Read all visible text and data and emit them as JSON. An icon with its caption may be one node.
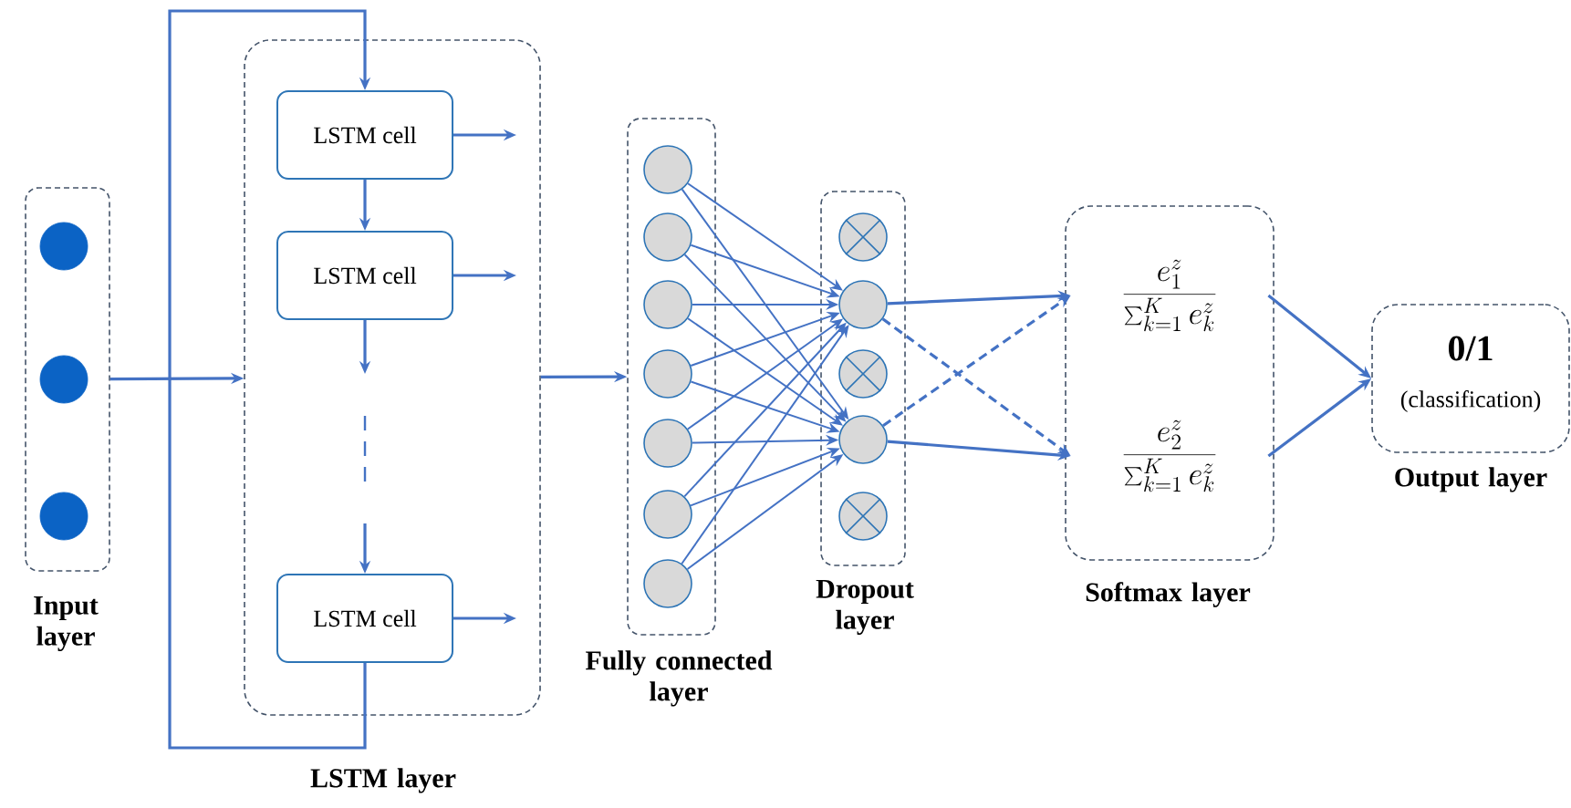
{
  "diagram": {
    "nodes": [
      {
        "text": [
          "Input layer"
        ]
      },
      {
        "text": [],
        "shape": "circle",
        "in": 0
      },
      {
        "text": [],
        "shape": "circle",
        "in": 0
      },
      {
        "text": [],
        "shape": "circle",
        "in": 0
      },
      {
        "text": [
          "LSTM layer"
        ]
      },
      {
        "text": [
          "LSTM cell"
        ],
        "in": 4
      },
      {
        "text": [
          "LSTM cell"
        ],
        "in": 4
      },
      {
        "text": [
          "LSTM cell"
        ],
        "in": 4
      },
      {
        "text": [
          "Fully connected layer"
        ]
      },
      {
        "text": [],
        "shape": "circle",
        "in": 8
      },
      {
        "text": [],
        "shape": "circle",
        "in": 8
      },
      {
        "text": [],
        "shape": "circle",
        "in": 8
      },
      {
        "text": [],
        "shape": "circle",
        "in": 8
      },
      {
        "text": [],
        "shape": "circle",
        "in": 8
      },
      {
        "text": [],
        "shape": "circle",
        "in": 8
      },
      {
        "text": [],
        "shape": "circle",
        "in": 8
      },
      {
        "text": [
          "Dropout layer"
        ]
      },
      {
        "text": [],
        "shape": "circle",
        "in": 16
      },
      {
        "text": [],
        "shape": "circle",
        "in": 16
      },
      {
        "text": [],
        "shape": "circle",
        "in": 16
      },
      {
        "text": [],
        "shape": "circle",
        "in": 16
      },
      {
        "text": [],
        "shape": "circle",
        "in": 16
      },
      {
        "text": [
          "Softmax layer"
        ]
      },
      {
        "text": [
          "\\frac{e_{1}^{z}}{\\sum_{k=1}^{K} e_{k}^{z}}"
        ],
        "in": 22
      },
      {
        "text": [
          "\\frac{e_{2}^{z}}{\\sum_{k=1}^{K} e_{k}^{z}}"
        ],
        "in": 22
      },
      {
        "text": [
          "0/1",
          "(classification)",
          "Output layer"
        ]
      }
    ],
    "edges": [
      {
        "from": 0,
        "to": 4,
        "arrow": "to"
      },
      {
        "from": 7,
        "to": 5,
        "arrow": "to"
      },
      {
        "from": 5,
        "to": 6,
        "arrow": "to"
      },
      {
        "from": 6,
        "to": null,
        "arrow": "to"
      },
      {
        "from": null,
        "to": 7,
        "arrow": "to"
      },
      {
        "from": 5,
        "to": null,
        "arrow": "to"
      },
      {
        "from": 6,
        "to": null,
        "arrow": "to"
      },
      {
        "from": 7,
        "to": null,
        "arrow": "to"
      },
      {
        "from": 4,
        "to": 8,
        "arrow": "to"
      },
      {
        "from": 9,
        "to": 18,
        "arrow": "to"
      },
      {
        "from": 9,
        "to": 20,
        "arrow": "to"
      },
      {
        "from": 10,
        "to": 18,
        "arrow": "to"
      },
      {
        "from": 10,
        "to": 20,
        "arrow": "to"
      },
      {
        "from": 11,
        "to": 18,
        "arrow": "to"
      },
      {
        "from": 11,
        "to": 20,
        "arrow": "to"
      },
      {
        "from": 12,
        "to": 18,
        "arrow": "to"
      },
      {
        "from": 12,
        "to": 20,
        "arrow": "to"
      },
      {
        "from": 13,
        "to": 18,
        "arrow": "to"
      },
      {
        "from": 13,
        "to": 20,
        "arrow": "to"
      },
      {
        "from": 14,
        "to": 18,
        "arrow": "to"
      },
      {
        "from": 14,
        "to": 20,
        "arrow": "to"
      },
      {
        "from": 15,
        "to": 18,
        "arrow": "to"
      },
      {
        "from": 15,
        "to": 20,
        "arrow": "to"
      },
      {
        "from": 18,
        "to": 23,
        "arrow": "to"
      },
      {
        "from": 18,
        "to": 24,
        "arrow": "to",
        "style": "dashed"
      },
      {
        "from": 20,
        "to": 23,
        "arrow": "to",
        "style": "dashed"
      },
      {
        "from": 20,
        "to": 24,
        "arrow": "to"
      },
      {
        "from": 23,
        "to": 25,
        "arrow": "to"
      },
      {
        "from": 24,
        "to": 25,
        "arrow": "to"
      }
    ]
  }
}
